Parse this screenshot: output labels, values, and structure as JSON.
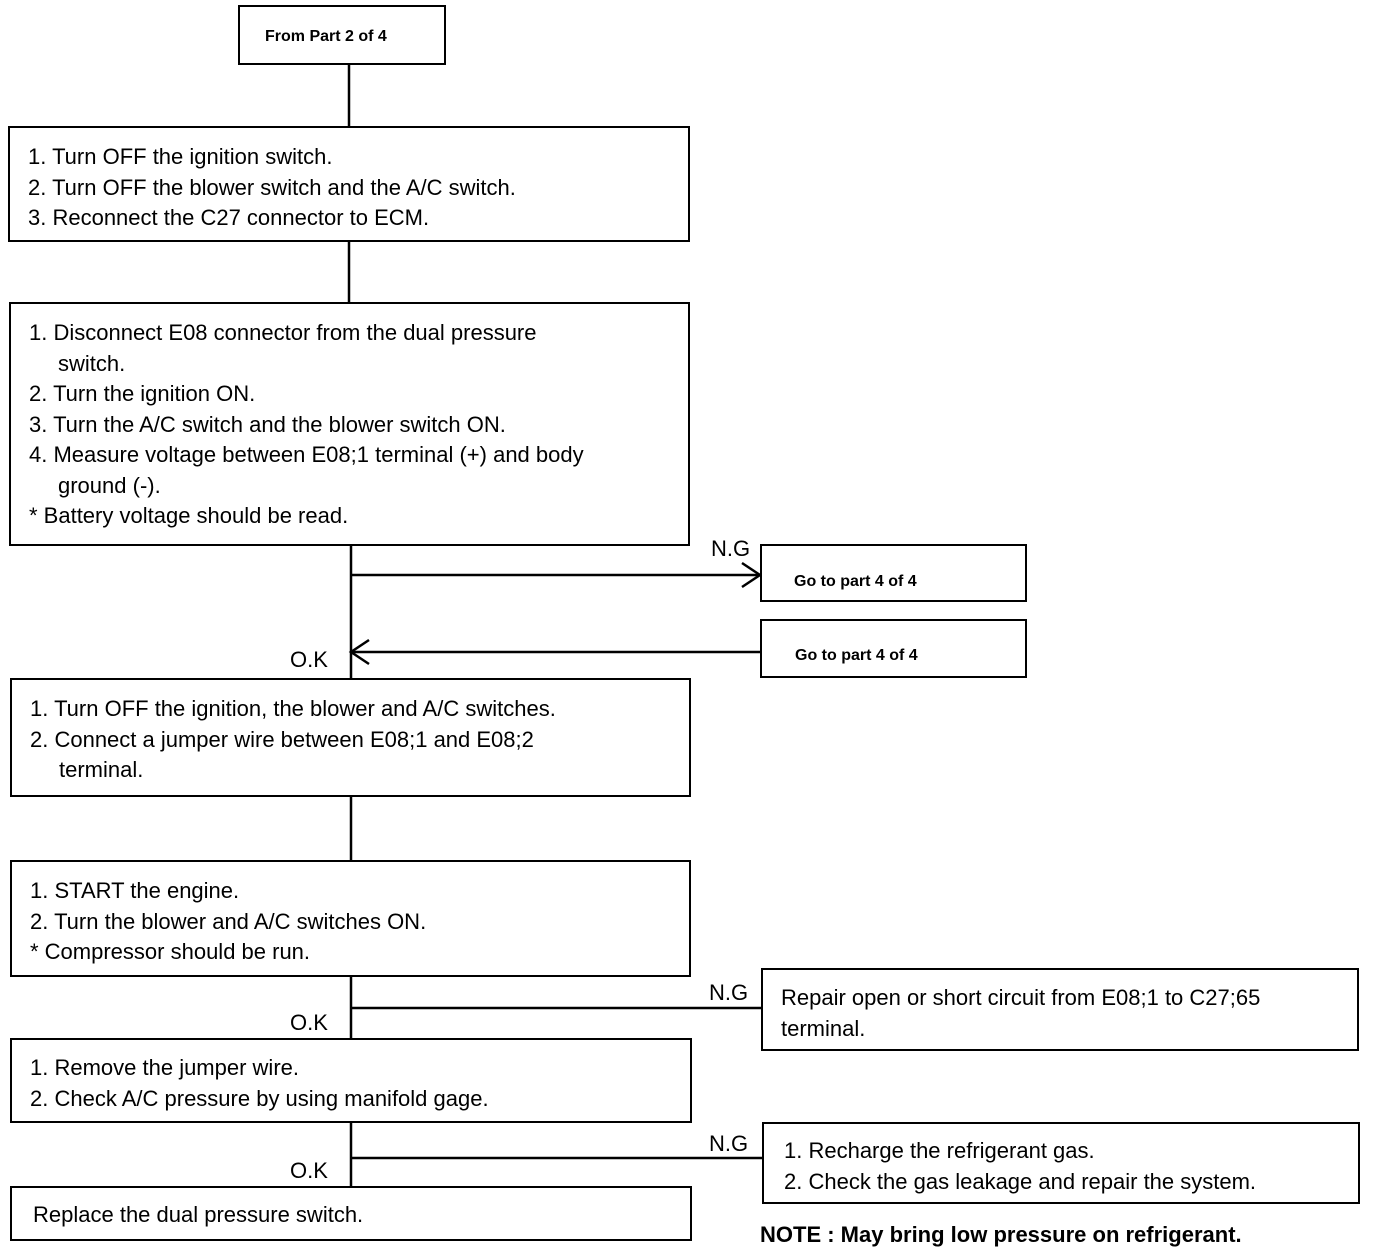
{
  "start_box": "From Part 2 of 4",
  "step1": {
    "lines": [
      "1. Turn OFF the ignition switch.",
      "2. Turn OFF the blower switch and the A/C switch.",
      "3. Reconnect the C27 connector to ECM."
    ]
  },
  "step2": {
    "lines": [
      "1. Disconnect E08 connector from the dual pressure",
      "switch.",
      "2. Turn the ignition ON.",
      "3. Turn the A/C switch and the blower switch ON.",
      "4. Measure voltage between E08;1 terminal (+) and body",
      "ground (-).",
      "*   Battery voltage should be read."
    ]
  },
  "step3": {
    "lines": [
      "1. Turn OFF the ignition, the blower and A/C switches.",
      "2. Connect a jumper wire between E08;1 and E08;2",
      "terminal."
    ]
  },
  "step4": {
    "lines": [
      "1. START the engine.",
      "2. Turn the blower and A/C switches ON.",
      "*  Compressor should be run."
    ]
  },
  "step5": {
    "lines": [
      "1. Remove the jumper wire.",
      "2. Check A/C pressure by using manifold gage."
    ]
  },
  "step6": {
    "lines": [
      "Replace the dual pressure switch."
    ]
  },
  "goto_out": "Go to part 4 of 4",
  "goto_in": "Go to part 4 of 4",
  "repair_circuit": {
    "lines": [
      "Repair open or short circuit from E08;1 to C27;65",
      "terminal."
    ]
  },
  "recharge": {
    "lines": [
      "1. Recharge the refrigerant gas.",
      "2. Check the gas leakage and repair the system."
    ]
  },
  "labels": {
    "ng1": "N.G",
    "ok1": "O.K",
    "ng2": "N.G",
    "ok2": "O.K",
    "ng3": "N.G",
    "ok3": "O.K"
  },
  "note": "NOTE : May bring low pressure on refrigerant."
}
